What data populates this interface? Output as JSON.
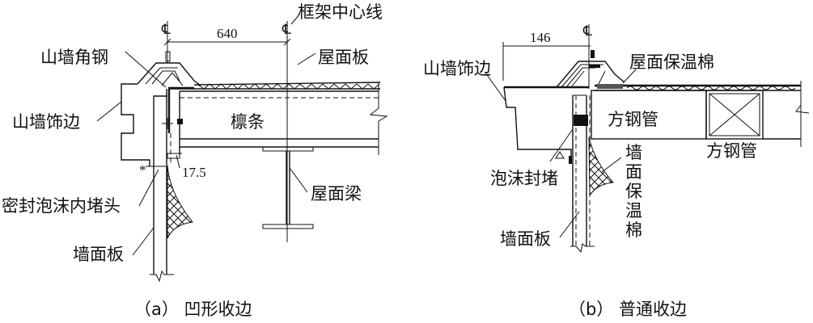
{
  "figure_a": {
    "caption": "（a） 凹形收边",
    "dimension_top": "640",
    "dimension_small": "17.5",
    "centerline_symbol": "℄",
    "labels": {
      "frame_centerline": "框架中心线",
      "gable_angle": "山墙角钢",
      "roof_panel": "屋面板",
      "gable_trim": "山墙饰边",
      "purlin": "檩条",
      "foam_closure": "密封泡沫内堵头",
      "roof_beam": "屋面梁",
      "wall_panel": "墙面板"
    },
    "marker": "*"
  },
  "figure_b": {
    "caption": "（b） 普通收边",
    "dimension_top": "146",
    "centerline_symbol": "℄",
    "labels": {
      "gable_trim": "山墙饰边",
      "roof_insulation": "屋面保温棉",
      "square_tube_1": "方钢管",
      "square_tube_2": "方钢管",
      "foam_closure": "泡沫封堵",
      "wall_insulation_vertical": [
        "墙",
        "面",
        "保",
        "温",
        "棉"
      ],
      "wall_panel": "墙面板"
    }
  },
  "colors": {
    "ink": "#111111",
    "background": "#ffffff"
  }
}
